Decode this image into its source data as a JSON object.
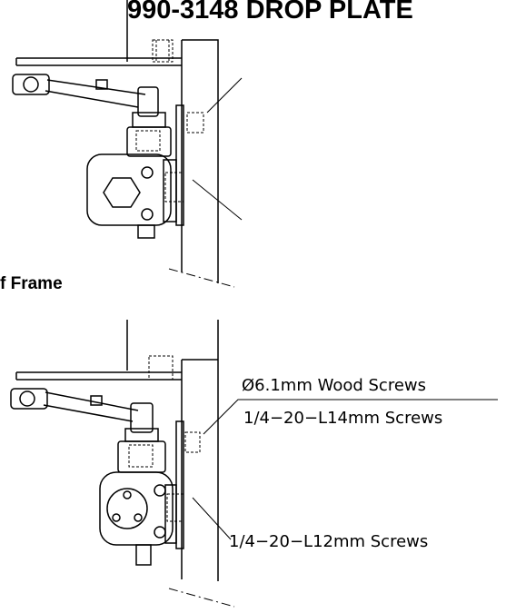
{
  "title": "990-3148 DROP PLATE",
  "section_label": "f Frame",
  "callouts": {
    "wood_screws": "Ø6.1mm Wood Screws",
    "screws_14mm": "1/4−20−L14mm Screws",
    "screws_12mm": "1/4−20−L12mm Screws"
  }
}
